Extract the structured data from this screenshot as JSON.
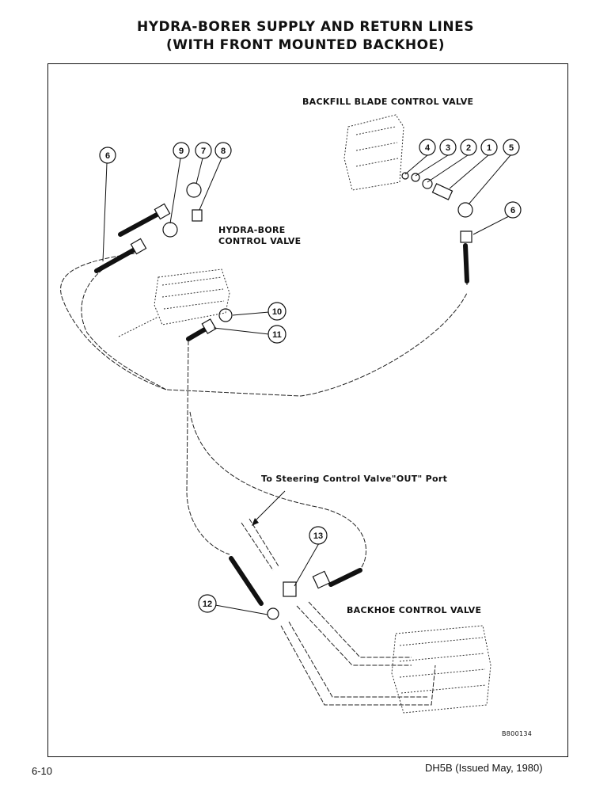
{
  "header": {
    "title_line1": "HYDRA-BORER SUPPLY AND RETURN LINES",
    "title_line2": "(WITH FRONT MOUNTED BACKHOE)"
  },
  "labels": {
    "backfill_valve": "BACKFILL BLADE CONTROL VALVE",
    "hydra_bore_line1": "HYDRA-BORE",
    "hydra_bore_line2": "CONTROL VALVE",
    "steering": "To Steering Control Valve\"OUT\" Port",
    "backhoe_valve": "BACKHOE CONTROL VALVE",
    "drawing_no": "B800134"
  },
  "callouts": [
    "6",
    "9",
    "7",
    "8",
    "4",
    "3",
    "2",
    "1",
    "5",
    "6",
    "10",
    "11",
    "13",
    "12"
  ],
  "footer": {
    "page": "6-10",
    "doc": "DH5B (Issued May, 1980)"
  }
}
